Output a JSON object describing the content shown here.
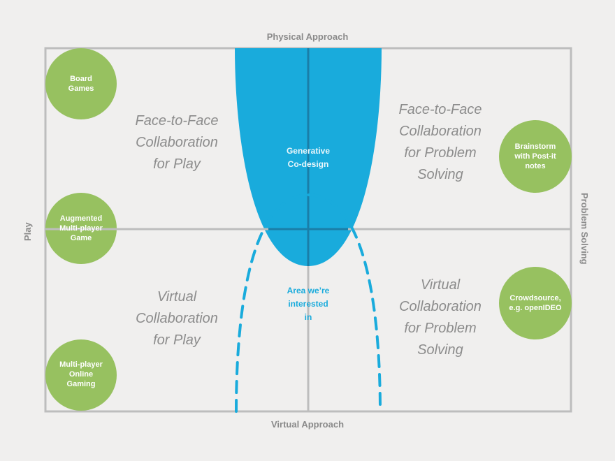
{
  "colors": {
    "background": "#f0efee",
    "frame": "#bdbdbd",
    "green": "#97c160",
    "blue": "#19abdc",
    "blue_text": "#19abdc",
    "axis_text": "#8a8a8a",
    "quadrant_text": "#8c8c8c"
  },
  "axes": {
    "top": "Physical Approach",
    "bottom": "Virtual Approach",
    "left": "Play",
    "right": "Problem Solving"
  },
  "quadrants": {
    "top_left": [
      "Face-to-Face",
      "Collaboration",
      "for Play"
    ],
    "top_right": [
      "Face-to-Face",
      "Collaboration",
      "for Problem",
      "Solving"
    ],
    "bottom_left": [
      "Virtual",
      "Collaboration",
      "for Play"
    ],
    "bottom_right": [
      "Virtual",
      "Collaboration",
      "for Problem",
      "Solving"
    ]
  },
  "examples": {
    "board_games": [
      "Board",
      "Games"
    ],
    "augmented": [
      "Augmented",
      "Multi-player",
      "Game"
    ],
    "online_gaming": [
      "Multi-player",
      "Online",
      "Gaming"
    ],
    "brainstorm": [
      "Brainstorm",
      "with Post-it",
      "notes"
    ],
    "crowdsource": [
      "Crowdsource,",
      "e.g. openIDEO"
    ]
  },
  "highlights": {
    "generative": [
      "Generative",
      "Co-design"
    ],
    "interest_area": [
      "Area we’re",
      "interested",
      "in"
    ]
  }
}
